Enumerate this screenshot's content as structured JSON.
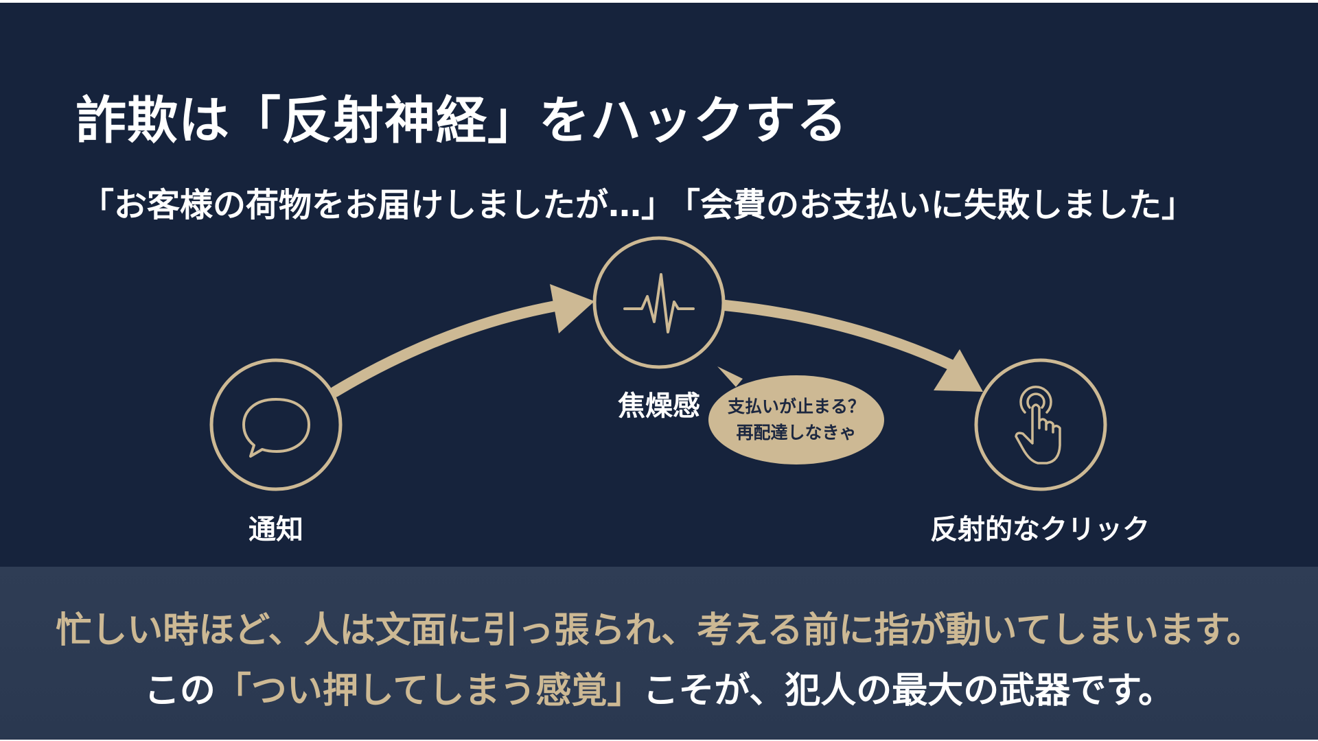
{
  "slide": {
    "title": "詐欺は「反射神経」をハックする",
    "quotes": [
      "「お客様の荷物をお届けしましたが…」",
      "「会費のお支払いに失敗しました」"
    ]
  },
  "flow": {
    "nodes": [
      {
        "label": "通知",
        "icon": "speech-bubble-icon"
      },
      {
        "label": "焦燥感",
        "icon": "heartbeat-icon"
      },
      {
        "label": "反射的なクリック",
        "icon": "tap-finger-icon"
      }
    ],
    "thought_bubble": [
      "支払いが止まる？",
      "再配達しなきゃ"
    ]
  },
  "footer": {
    "line1": "忙しい時ほど、人は文面に引っ張られ、考える前に指が動いてしまいます。",
    "line2_pre": "この",
    "line2_highlight": "「つい押してしまう感覚」",
    "line2_post": "こそが、犯人の最大の武器です。"
  },
  "colors": {
    "background": "#16233c",
    "footer_band": "#2f3d55",
    "accent": "#cdb994",
    "text": "#ffffff"
  }
}
